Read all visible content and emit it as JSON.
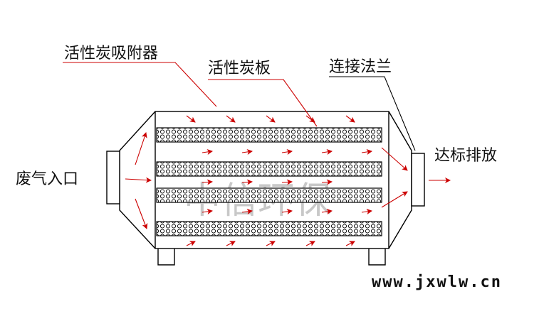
{
  "labels": {
    "adsorber": "活性炭吸附器",
    "carbon_plate": "活性炭板",
    "flange": "连接法兰",
    "inlet": "废气入口",
    "outlet": "达标排放"
  },
  "watermark": "中信环保",
  "website": "www.jxwlw.cn",
  "colors": {
    "outline": "#000000",
    "leader_line": "#cc0000",
    "arrow": "#cc0000",
    "text": "#111111"
  }
}
